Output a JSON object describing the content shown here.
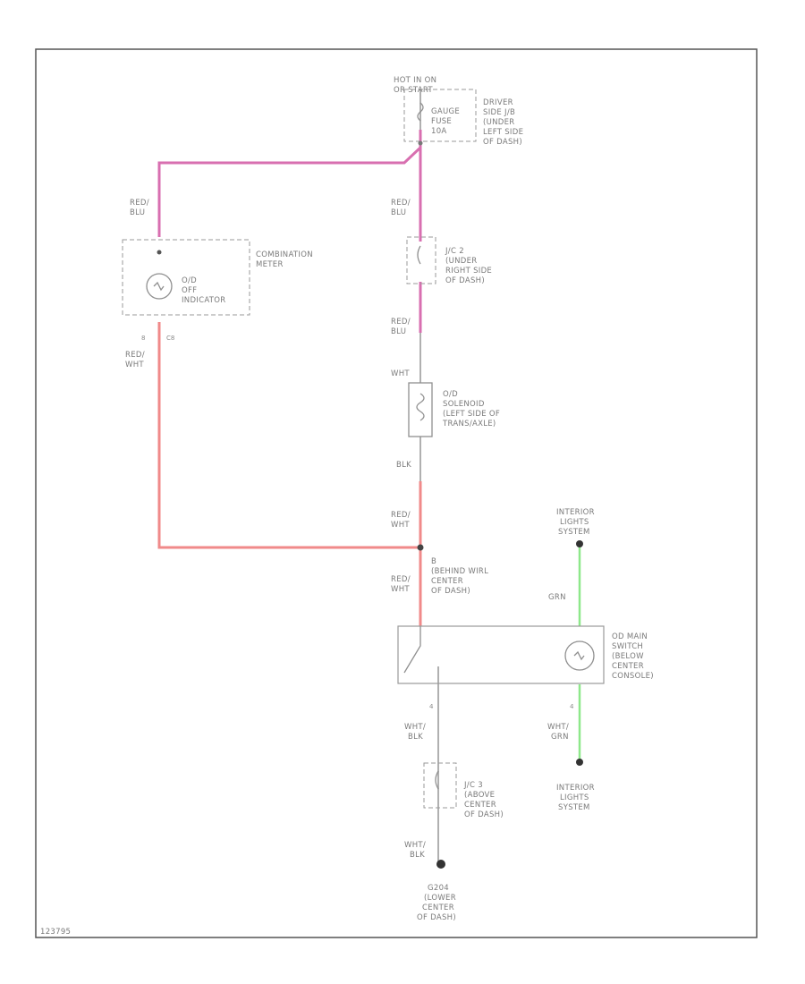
{
  "power": {
    "line1": "HOT IN ON",
    "line2": "OR START"
  },
  "fuse": {
    "line1": "GAUGE",
    "line2": "FUSE",
    "line3": "10A"
  },
  "driver_jb": {
    "line1": "DRIVER",
    "line2": "SIDE J/B",
    "line3": "(UNDER",
    "line4": "LEFT SIDE",
    "line5": "OF DASH)"
  },
  "comb_meter": {
    "line1": "COMBINATION",
    "line2": "METER"
  },
  "od_off": {
    "line1": "O/D",
    "line2": "OFF",
    "line3": "INDICATOR"
  },
  "jc2": {
    "line1": "J/C 2",
    "line2": "(UNDER",
    "line3": "RIGHT SIDE",
    "line4": "OF DASH)"
  },
  "od_solenoid": {
    "line1": "O/D",
    "line2": "SOLENOID",
    "line3": "(LEFT SIDE OF",
    "line4": "TRANS/AXLE)"
  },
  "splice": {
    "line1": "B",
    "line2": "(BEHIND WIRL",
    "line3": "CENTER",
    "line4": "OF DASH)"
  },
  "od_main": {
    "line1": "OD MAIN",
    "line2": "SWITCH",
    "line3": "(BELOW",
    "line4": "CENTER",
    "line5": "CONSOLE)"
  },
  "jc3": {
    "line1": "J/C 3",
    "line2": "(ABOVE",
    "line3": "CENTER",
    "line4": "OF DASH)"
  },
  "ground": {
    "line1": "G204",
    "line2": "(LOWER",
    "line3": "CENTER",
    "line4": "OF DASH)"
  },
  "int_lights_top": {
    "line1": "INTERIOR",
    "line2": "LIGHTS",
    "line3": "SYSTEM"
  },
  "int_lights_bot": {
    "line1": "INTERIOR",
    "line2": "LIGHTS",
    "line3": "SYSTEM"
  },
  "wires": {
    "red_blu_1": {
      "a": "RED/",
      "b": "BLU"
    },
    "red_blu_2": {
      "a": "RED/",
      "b": "BLU"
    },
    "red_blu_3": {
      "a": "RED/",
      "b": "BLU"
    },
    "red_wht_1": {
      "a": "RED/",
      "b": "WHT"
    },
    "red_wht_2": {
      "a": "RED/",
      "b": "WHT"
    },
    "red_wht_3": {
      "a": "RED/",
      "b": "WHT"
    },
    "wht": "WHT",
    "blk": "BLK",
    "grn": "GRN",
    "wht_grn": {
      "a": "WHT/",
      "b": "GRN"
    },
    "wht_blk_1": {
      "a": "WHT/",
      "b": "BLK"
    },
    "wht_blk_2": {
      "a": "WHT/",
      "b": "BLK"
    }
  },
  "pins": {
    "p1": "8",
    "p2": "C8",
    "p3": "4",
    "p4": "4"
  },
  "footer": "123795",
  "colors": {
    "red_blu": "#d86fb0",
    "red_wht": "#f08a8a",
    "grn": "#8ee88a",
    "gray": "#b0b0b0"
  }
}
